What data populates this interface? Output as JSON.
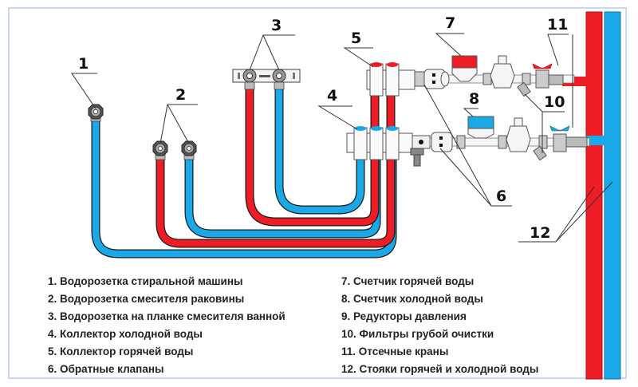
{
  "diagram": {
    "title": "Схема коллекторной разводки водоснабжения",
    "colors": {
      "hot": "#ee1c25",
      "cold": "#1aa9e6",
      "fitting": "#d0d0d0",
      "frame": "#c9d8ee"
    },
    "callouts": [
      {
        "id": "1",
        "label": "1"
      },
      {
        "id": "2",
        "label": "2"
      },
      {
        "id": "3",
        "label": "3"
      },
      {
        "id": "4",
        "label": "4"
      },
      {
        "id": "5",
        "label": "5"
      },
      {
        "id": "6",
        "label": "6"
      },
      {
        "id": "7",
        "label": "7"
      },
      {
        "id": "8",
        "label": "8"
      },
      {
        "id": "10",
        "label": "10"
      },
      {
        "id": "11",
        "label": "11"
      },
      {
        "id": "12",
        "label": "12"
      }
    ]
  },
  "legend": {
    "left": [
      "1. Водорозетка стиральной машины",
      "2. Водорозетка смесителя раковины",
      "3. Водорозетка на планке смесителя ванной",
      "4. Коллектор холодной воды",
      "5. Коллектор горячей воды",
      "6. Обратные клапаны"
    ],
    "right": [
      "7. Счетчик горячей воды",
      "8. Счетчик холодной воды",
      "9. Редукторы давления",
      "10. Фильтры грубой очистки",
      "11. Отсечные краны",
      "12. Стояки горячей и холодной воды"
    ]
  }
}
